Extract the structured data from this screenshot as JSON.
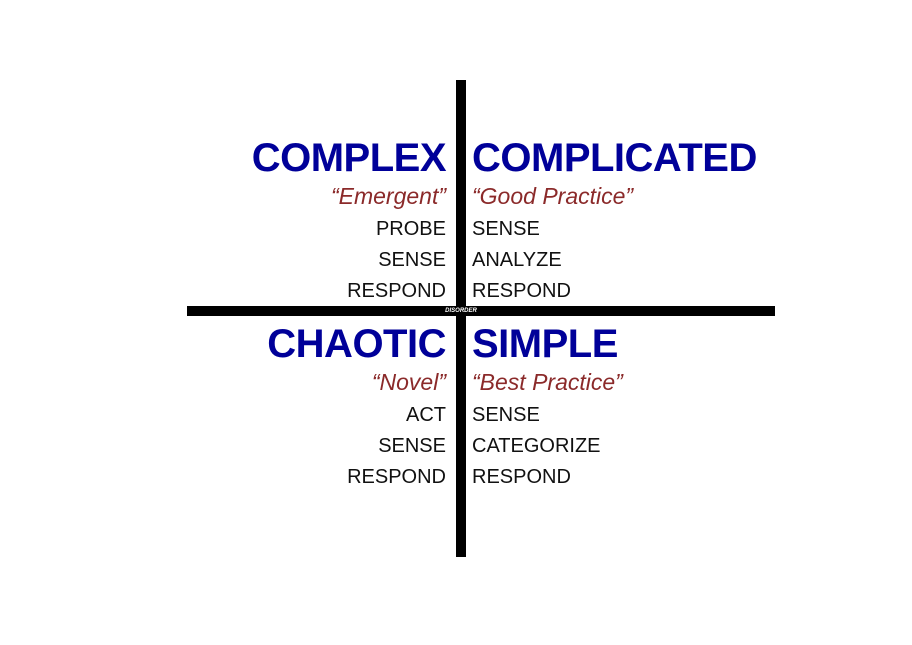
{
  "center_label": "DISORDER",
  "quadrants": {
    "complex": {
      "title": "COMPLEX",
      "subtitle": "“Emergent”",
      "steps": [
        "PROBE",
        "SENSE",
        "RESPOND"
      ]
    },
    "complicated": {
      "title": "COMPLICATED",
      "subtitle": "“Good Practice”",
      "steps": [
        "SENSE",
        "ANALYZE",
        "RESPOND"
      ]
    },
    "chaotic": {
      "title": "CHAOTIC",
      "subtitle": "“Novel”",
      "steps": [
        "ACT",
        "SENSE",
        "RESPOND"
      ]
    },
    "simple": {
      "title": "SIMPLE",
      "subtitle": "“Best Practice”",
      "steps": [
        "SENSE",
        "CATEGORIZE",
        "RESPOND"
      ]
    }
  },
  "colors": {
    "title": "#000099",
    "subtitle": "#8b2a2a",
    "axis": "#000000"
  }
}
